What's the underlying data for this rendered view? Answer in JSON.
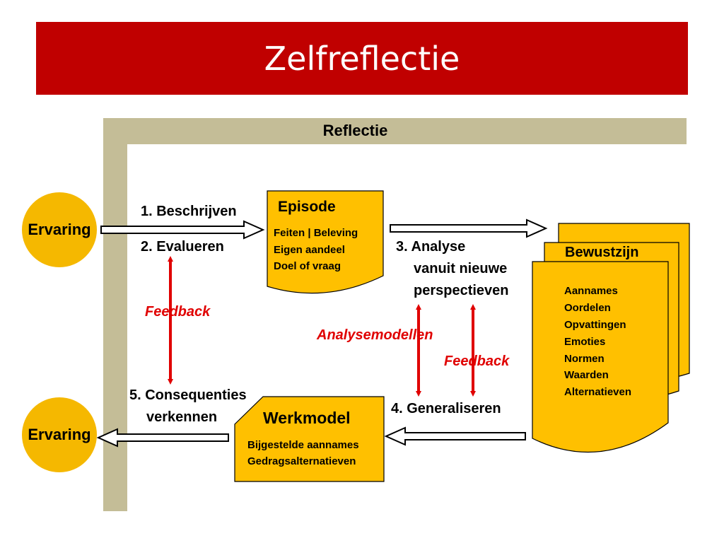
{
  "title": "Zelfreflectie",
  "band": {
    "label": "Reflectie"
  },
  "ervaring_top": "Ervaring",
  "ervaring_bottom": "Ervaring",
  "steps": {
    "beschrijven": "1. Beschrijven",
    "evalueren": "2. Evalueren",
    "analyse_line1": "3. Analyse",
    "analyse_line2": "vanuit nieuwe",
    "analyse_line3": "perspectieven",
    "generaliseren": "4. Generaliseren",
    "consequenties_line1": "5. Consequenties",
    "consequenties_line2": "verkennen"
  },
  "feedback_left": "Feedback",
  "feedback_right": "Feedback",
  "analysemodellen": "Analysemodellen",
  "episode": {
    "title": "Episode",
    "items": [
      "Feiten | Beleving",
      "Eigen aandeel",
      "Doel of vraag"
    ]
  },
  "bewustzijn": {
    "title": "Bewustzijn",
    "items": [
      "Aannames",
      "Oordelen",
      "Opvattingen",
      "Emoties",
      "Normen",
      "Waarden",
      "Alternatieven"
    ]
  },
  "werkmodel": {
    "title": "Werkmodel",
    "items": [
      "Bijgestelde aannames",
      "Gedragsalternatieven"
    ]
  },
  "colors": {
    "title_bar": "#c00000",
    "band": "#c4bd97",
    "shape_fill": "#ffc000",
    "circle_fill": "#f5b800",
    "feedback_red": "#e00000"
  }
}
